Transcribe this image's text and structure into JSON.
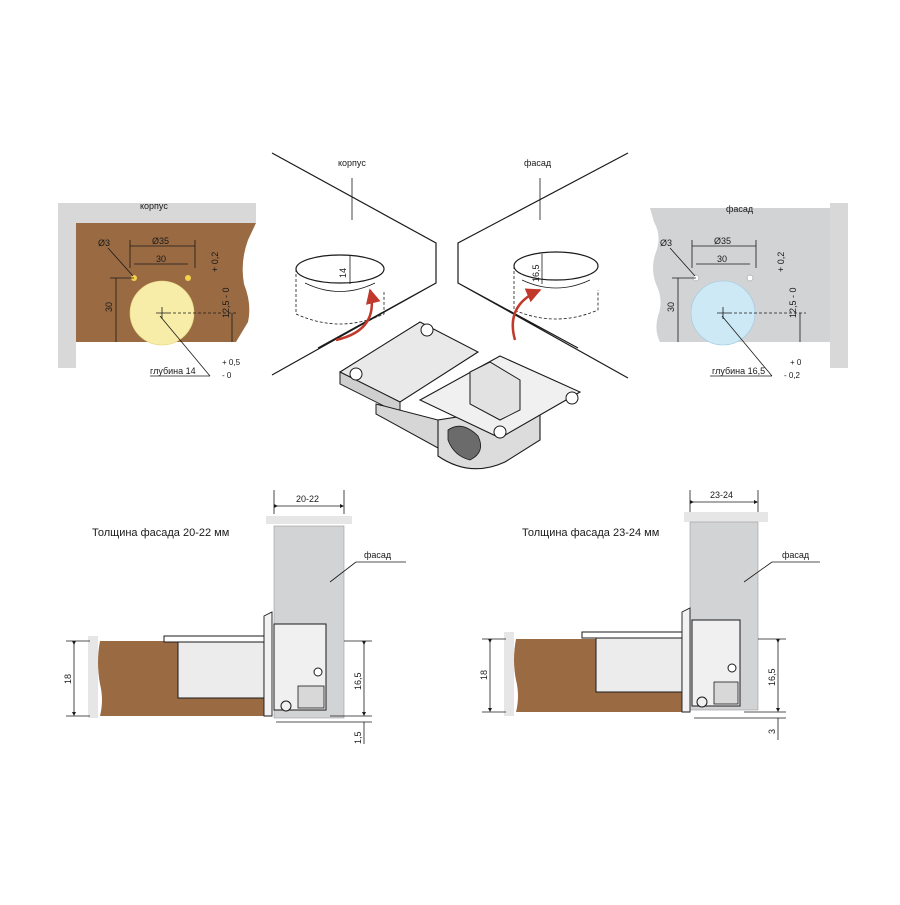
{
  "colors": {
    "wood": "#9a6b43",
    "gray_panel": "#d2d3d5",
    "yellow_hole": "#f7eca8",
    "blue_hole": "#cde9f6",
    "arrow_red": "#c0392b",
    "metal": "#e9e9e9"
  },
  "corpus_panel": {
    "title": "корпус",
    "d3": "Ø3",
    "d35": "Ø35",
    "dim30_h": "30",
    "dim30_v": "30",
    "offset_plus": "+ 0,2",
    "offset_main": "12,5 - 0",
    "depth_label": "глубина 14",
    "depth_tol_plus": "+ 0,5",
    "depth_tol_minus": "- 0"
  },
  "facade_panel": {
    "title": "фасад",
    "d3": "Ø3",
    "d35": "Ø35",
    "dim30_h": "30",
    "dim30_v": "30",
    "offset_plus": "+ 0,2",
    "offset_main": "12,5 - 0",
    "depth_label": "глубина 16,5",
    "depth_tol_plus": "+ 0",
    "depth_tol_minus": "- 0,2"
  },
  "iso_view": {
    "label_left": "корпус",
    "label_right": "фасад",
    "depth_left": "14",
    "depth_right": "16,5"
  },
  "section_left": {
    "title": "Толщина фасада 20-22 мм",
    "top_dim": "20-22",
    "facade_label": "фасад",
    "dim_left": "18",
    "dim_right": "16,5",
    "dim_bottom": "1,5"
  },
  "section_right": {
    "title": "Толщина фасада 23-24 мм",
    "top_dim": "23-24",
    "facade_label": "фасад",
    "dim_left": "18",
    "dim_right": "16,5",
    "dim_bottom": "3"
  }
}
